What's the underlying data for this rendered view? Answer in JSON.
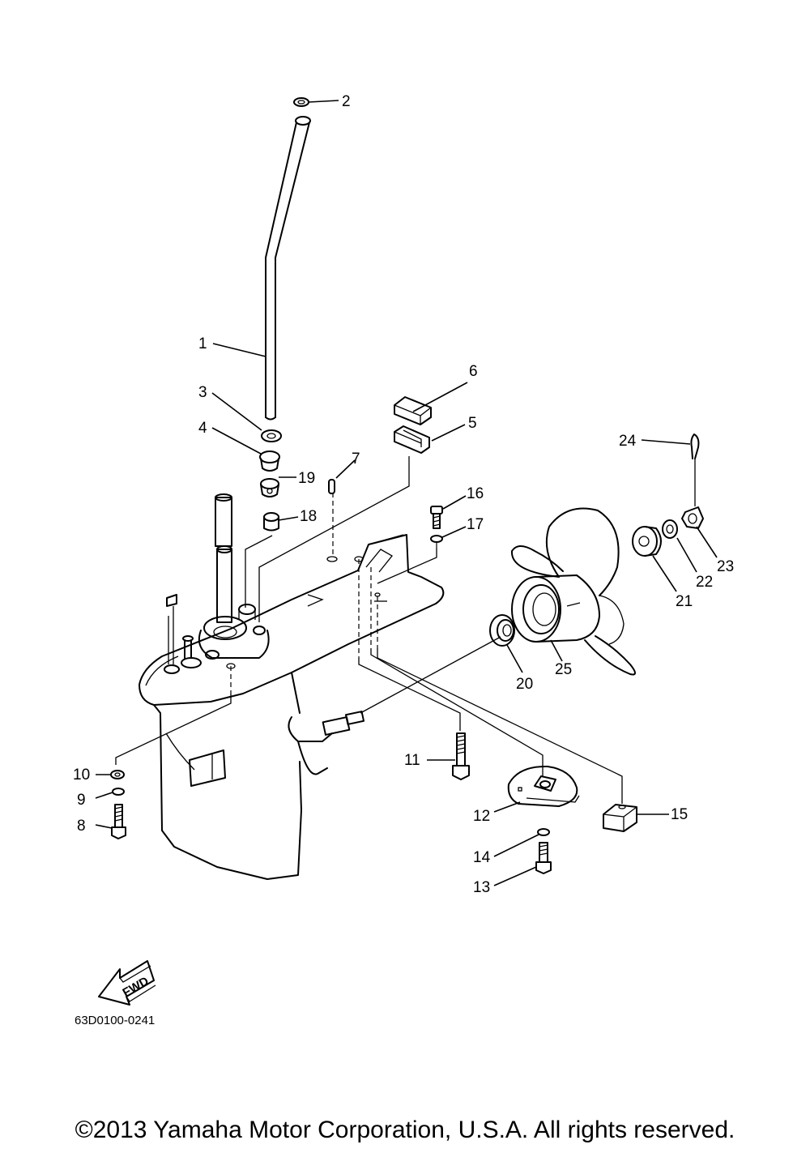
{
  "diagram": {
    "callouts": [
      "1",
      "2",
      "3",
      "4",
      "5",
      "6",
      "7",
      "8",
      "9",
      "10",
      "11",
      "12",
      "13",
      "14",
      "15",
      "16",
      "17",
      "18",
      "19",
      "20",
      "21",
      "22",
      "23",
      "24",
      "25"
    ],
    "fwd_label": "FWD",
    "diagram_code": "63D0100-0241"
  },
  "footer": {
    "copyright": "©2013 Yamaha Motor Corporation, U.S.A. All rights reserved."
  }
}
